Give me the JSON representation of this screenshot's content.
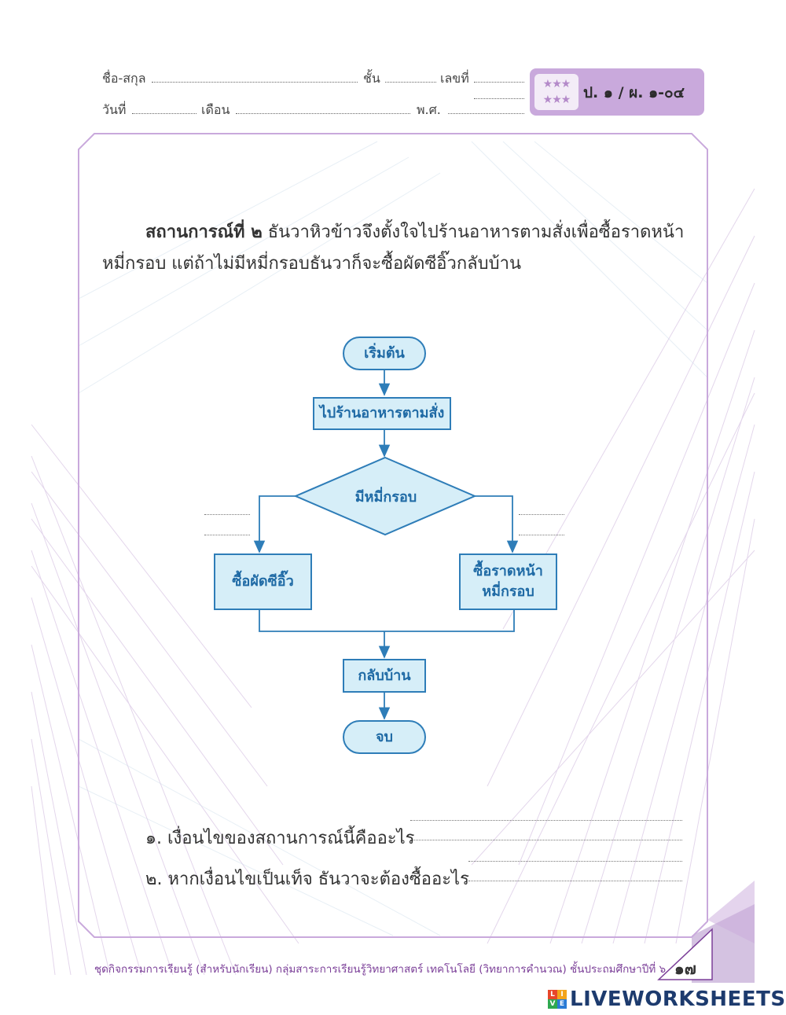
{
  "header": {
    "name_label": "ชื่อ-สกุล",
    "class_label": "ชั้น",
    "number_label": "เลขที่",
    "date_label": "วันที่",
    "month_label": "เดือน",
    "year_label": "พ.ศ.",
    "stars": "★★★",
    "code": "ป. ๑ / ผ. ๑-๐๔"
  },
  "situation": {
    "title": "สถานการณ์ที่ ๒",
    "line1": " ธันวาหิวข้าวจึงตั้งใจไปร้านอาหารตามสั่งเพื่อซื้อราดหน้า",
    "line2": "หมี่กรอบ แต่ถ้าไม่มีหมี่กรอบธันวาก็จะซื้อผัดซีอิ๊วกลับบ้าน"
  },
  "flowchart": {
    "start": "เริ่มต้น",
    "step1": "ไปร้านอาหารตามสั่ง",
    "decision": "มีหมี่กรอบ",
    "left_branch": "ซื้อผัดซีอิ๊ว",
    "right_branch_line1": "ซื้อราดหน้า",
    "right_branch_line2": "หมี่กรอบ",
    "step_after": "กลับบ้าน",
    "end": "จบ"
  },
  "questions": [
    {
      "text": "๑. เงื่อนไขของสถานการณ์นี้คืออะไร"
    },
    {
      "text": "๒. หากเงื่อนไขเป็นเท็จ ธันวาจะต้องซื้ออะไร"
    }
  ],
  "footer": {
    "text": "ชุดกิจกรรมการเรียนรู้ (สำหรับนักเรียน) กลุ่มสาระการเรียนรู้วิทยาศาสตร์ เทคโนโลยี (วิทยาการคำนวณ) ชั้นประถมศึกษาปีที่ ๖",
    "page": "๑๗"
  },
  "branding": {
    "badge": [
      "L",
      "I",
      "V",
      "E"
    ],
    "text": "LIVEWORKSHEETS"
  },
  "colors": {
    "accent_purple": "#c9a9dc",
    "flow_blue": "#2e7db8",
    "flow_fill": "#d6eef8"
  }
}
